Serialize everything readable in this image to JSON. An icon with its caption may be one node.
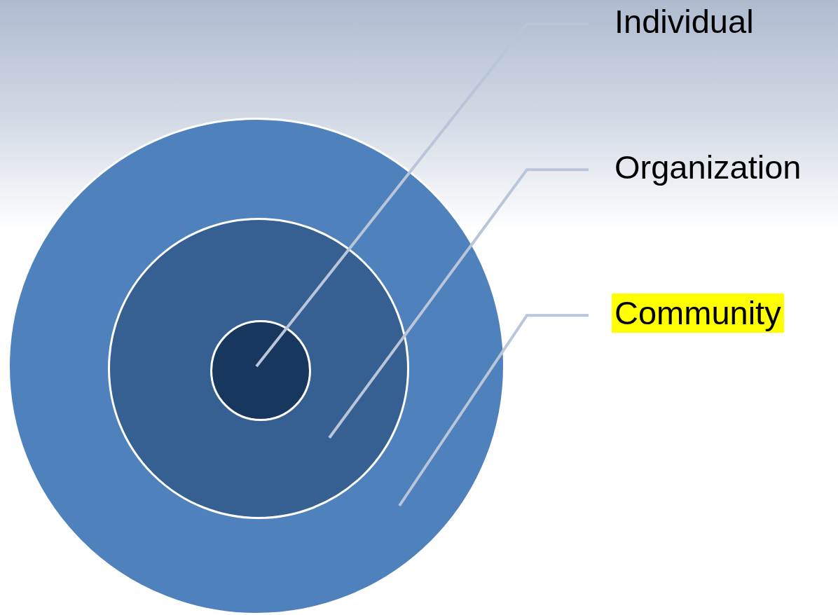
{
  "diagram": {
    "nodes": [
      {
        "text": [],
        "shape": "circle"
      },
      {
        "text": [],
        "shape": "circle",
        "in": 0
      },
      {
        "text": [],
        "shape": "circle",
        "in": 1
      },
      {
        "text": [
          "Individual"
        ]
      },
      {
        "text": [
          "Organization"
        ]
      },
      {
        "text": [
          "Community"
        ]
      }
    ],
    "edges": [
      {
        "from": 3,
        "to": 2,
        "arrow": "none"
      },
      {
        "from": 4,
        "to": 1,
        "arrow": "none"
      },
      {
        "from": 5,
        "to": 0,
        "arrow": "none"
      }
    ]
  }
}
